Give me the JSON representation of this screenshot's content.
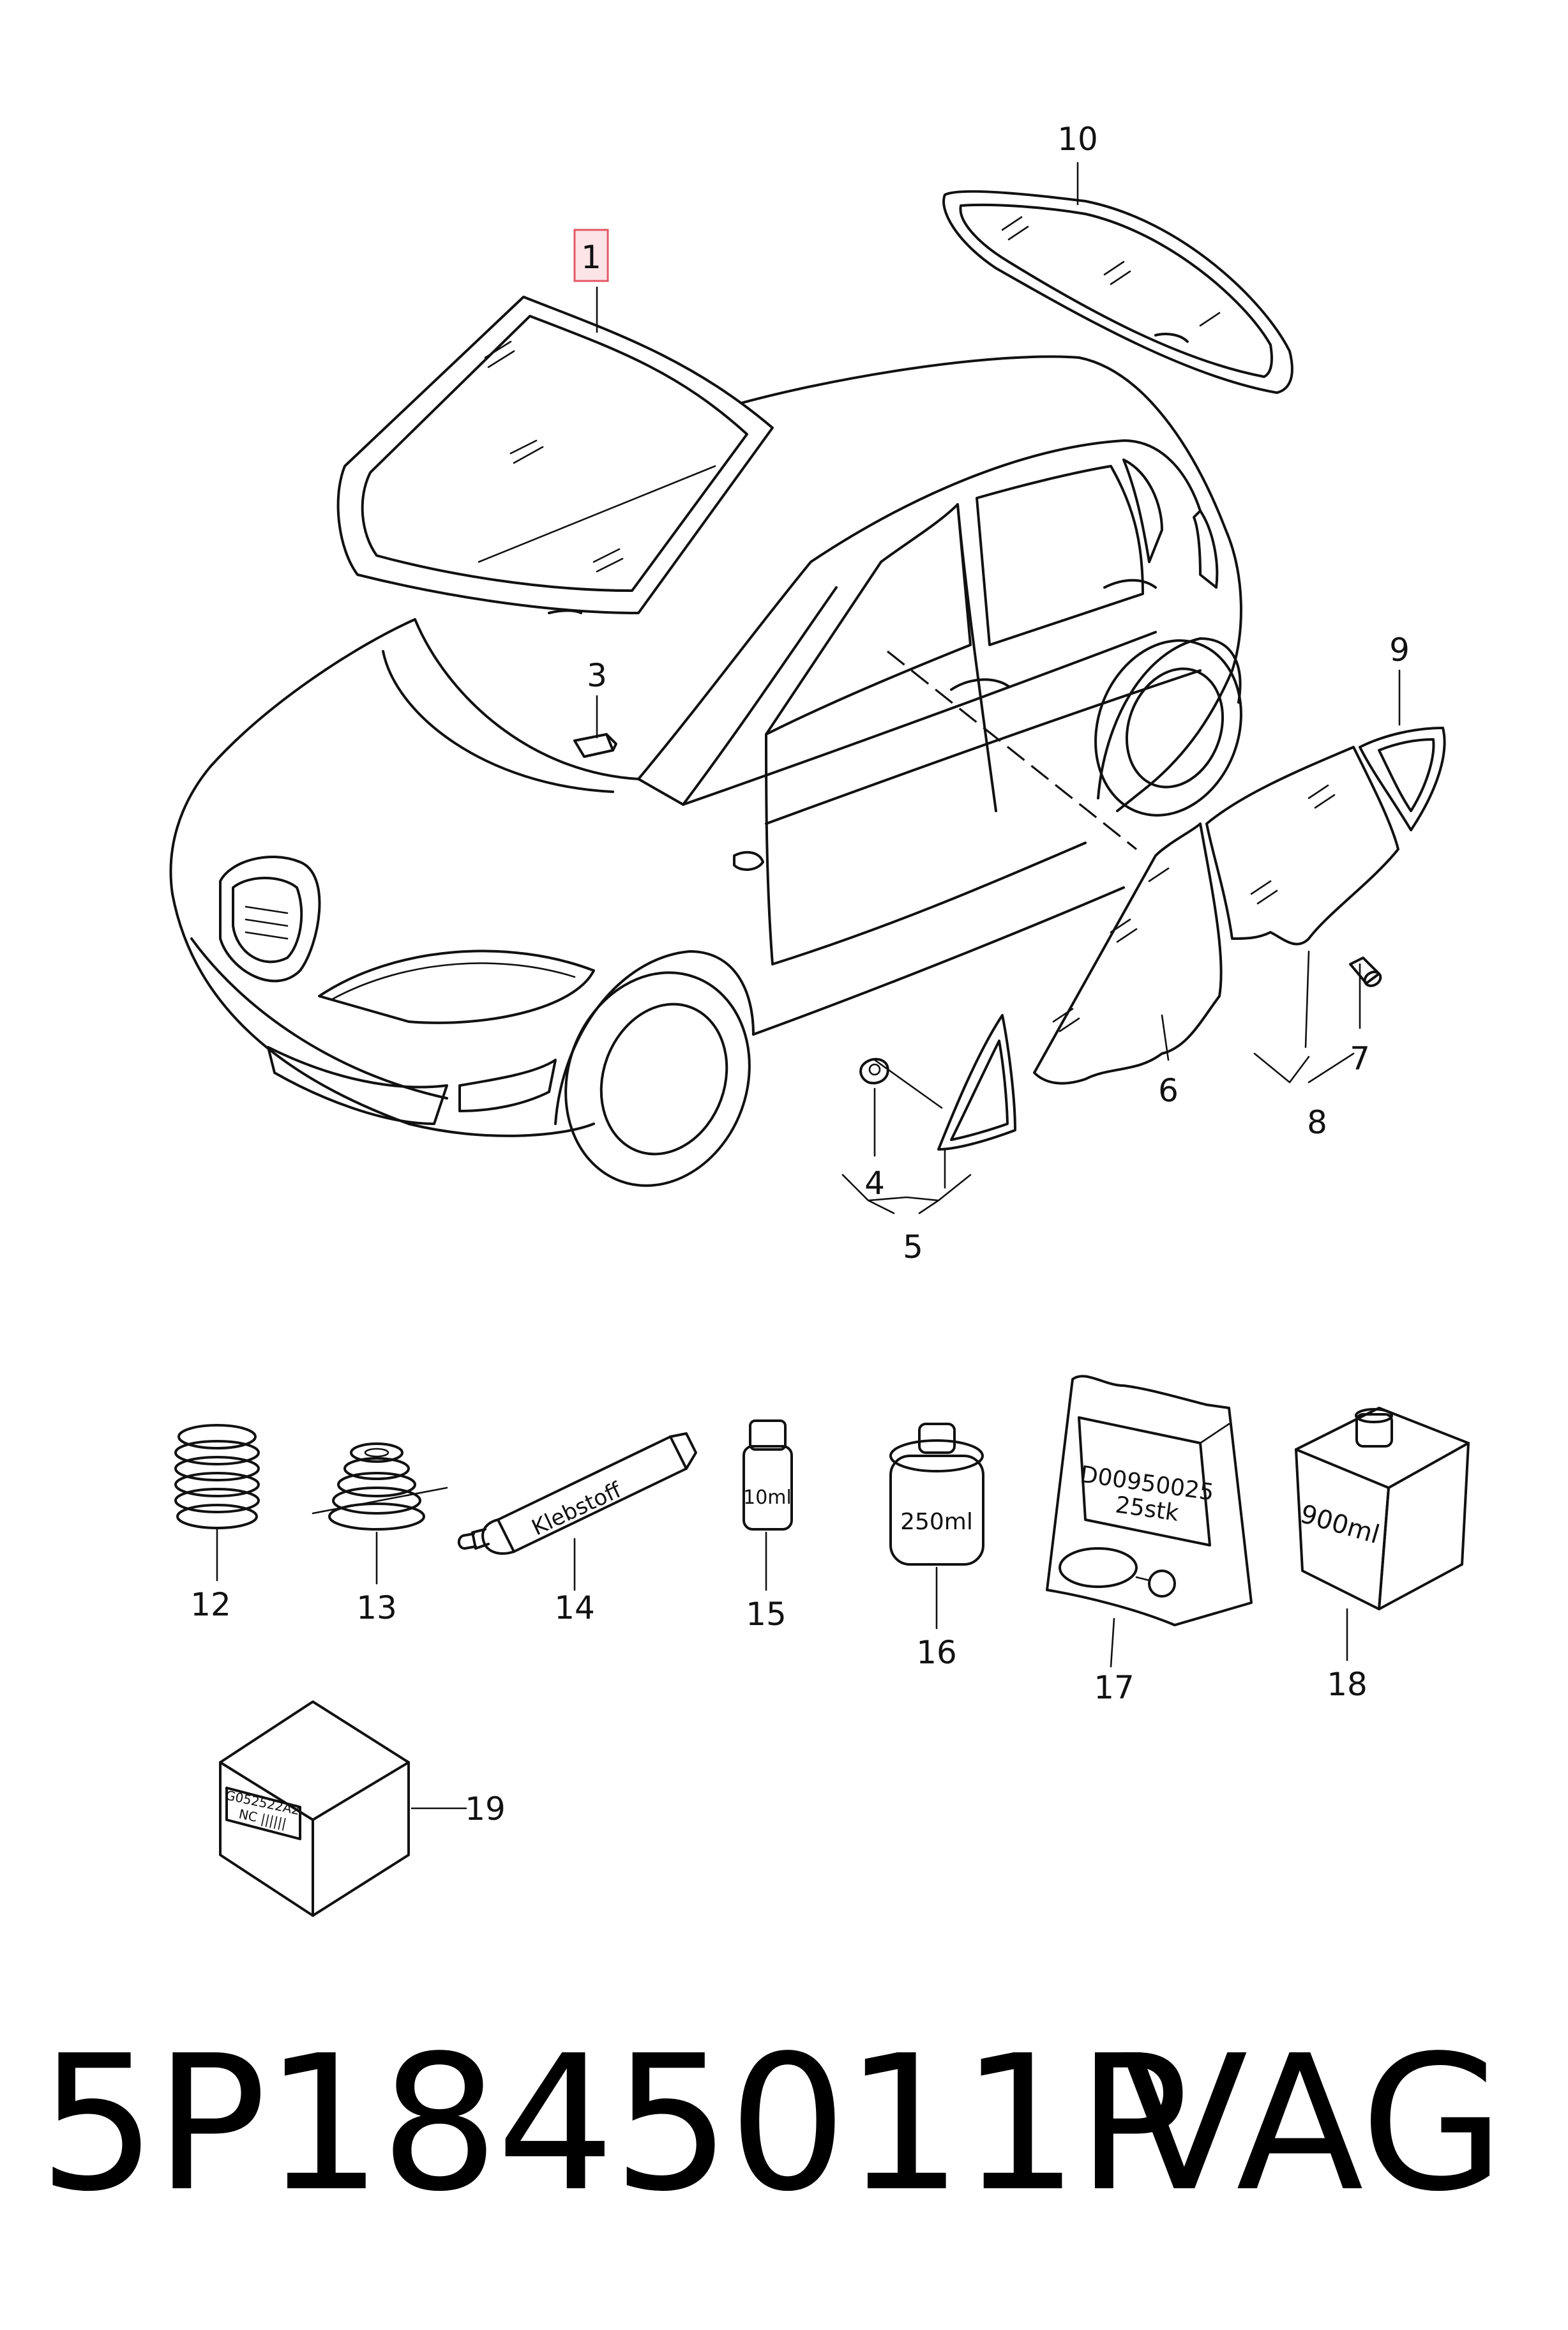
{
  "callouts": {
    "c1": "1",
    "c3": "3",
    "c4": "4",
    "c5": "5",
    "c6": "6",
    "c7": "7",
    "c8": "8",
    "c9": "9",
    "c10": "10",
    "c12": "12",
    "c13": "13",
    "c14": "14",
    "c15": "15",
    "c16": "16",
    "c17": "17",
    "c18": "18",
    "c19": "19"
  },
  "product_labels": {
    "tube": "Klebstoff",
    "bottle_small": "10ml",
    "bottle_medium": "250ml",
    "bag_line1": "D00950025",
    "bag_line2": "25stk",
    "can": "900ml",
    "box_line1": "G052522A2",
    "box_line2": "NC  ||||||"
  },
  "footer": {
    "part_number": "5P1845011P",
    "brand": "VAG"
  },
  "colors": {
    "highlight_fill": "#fde4e7",
    "highlight_stroke": "#e25865"
  },
  "highlighted_callout": "1"
}
